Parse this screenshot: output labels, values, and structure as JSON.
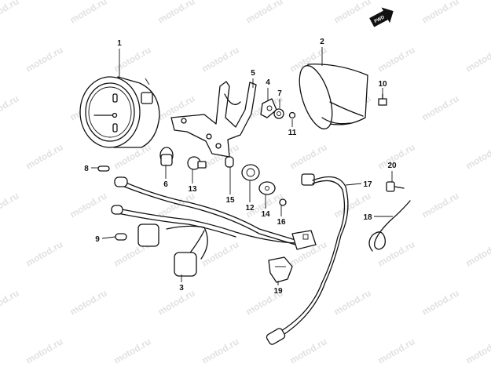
{
  "watermark": "motod.ru",
  "direction_marker": {
    "label": "FWD"
  },
  "callouts": [
    "1",
    "2",
    "3",
    "4",
    "5",
    "6",
    "7",
    "8",
    "9",
    "10",
    "11",
    "12",
    "13",
    "14",
    "15",
    "16",
    "17",
    "18",
    "19",
    "20"
  ],
  "colors": {
    "ink": "#111111",
    "watermark": "#c9c9c9",
    "background": "#ffffff"
  }
}
